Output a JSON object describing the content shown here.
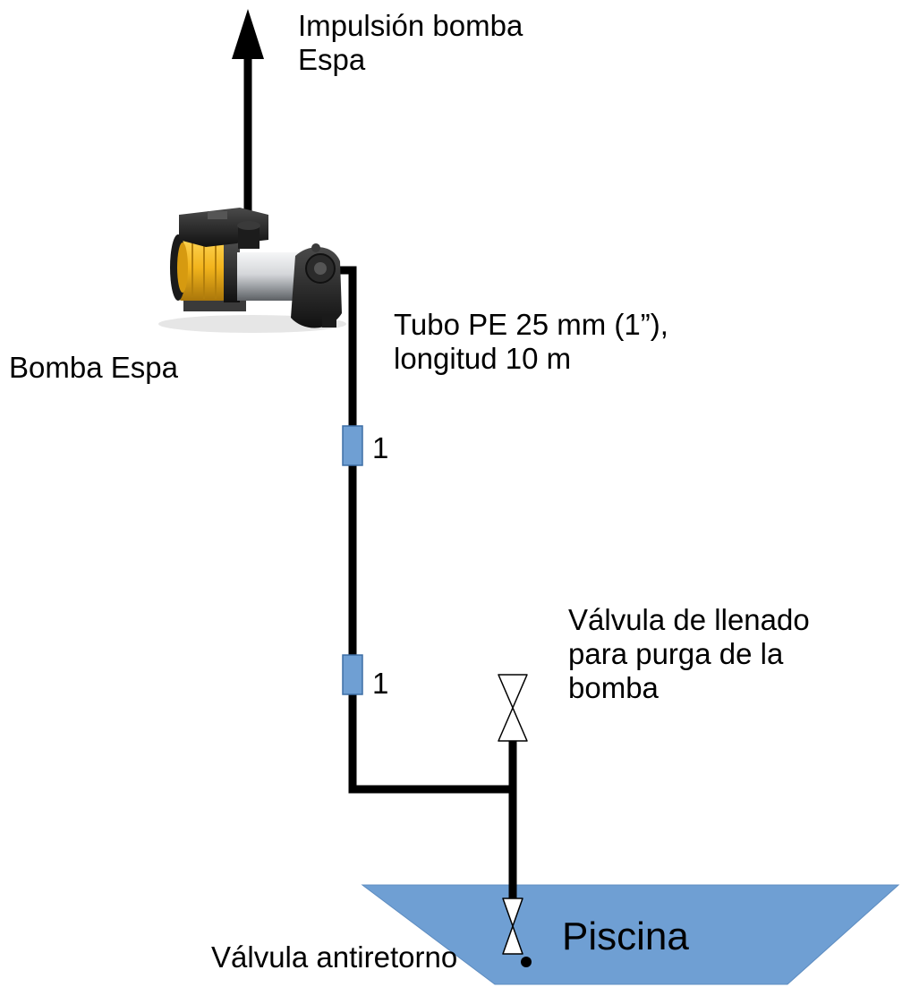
{
  "labels": {
    "impulsion": [
      "Impulsión bomba",
      "Espa"
    ],
    "bomba": "Bomba Espa",
    "tubo": [
      "Tubo PE 25 mm (1”),",
      "longitud 10 m"
    ],
    "fitting_1": "1",
    "fitting_2": "1",
    "valvula_llenado": [
      "Válvula de llenado",
      "para purga de la",
      "bomba"
    ],
    "valvula_antiretorno": "Válvula antiretorno",
    "piscina": "Piscina"
  },
  "colors": {
    "pipe": "#000000",
    "pool_fill": "#6f9fd3",
    "pool_stroke": "#5d8cc0",
    "fitting_fill": "#6f9fd3",
    "fitting_stroke": "#3d6ea5",
    "pump_body": "#f2b41c",
    "pump_steel": "#c7c9cc",
    "pump_dark": "#1f1f1f"
  },
  "icons": {
    "pump": "centrifugal-pump-icon",
    "valve": "valve-icon",
    "check_valve": "check-valve-icon",
    "arrow": "arrow-up-icon"
  }
}
